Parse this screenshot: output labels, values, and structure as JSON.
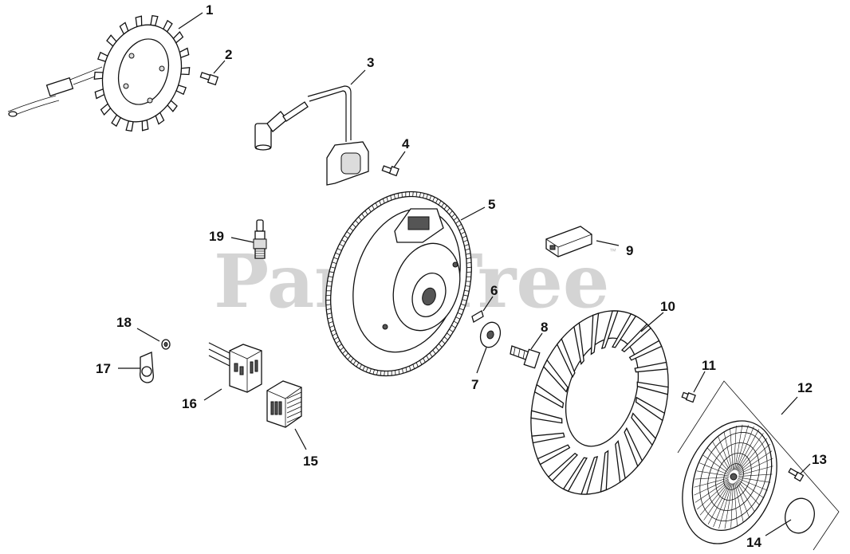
{
  "watermark": {
    "text": "PartsTree",
    "trademark": "™"
  },
  "callouts": [
    {
      "id": "1"
    },
    {
      "id": "2"
    },
    {
      "id": "3"
    },
    {
      "id": "4"
    },
    {
      "id": "5"
    },
    {
      "id": "6"
    },
    {
      "id": "7"
    },
    {
      "id": "8"
    },
    {
      "id": "9"
    },
    {
      "id": "10"
    },
    {
      "id": "11"
    },
    {
      "id": "12"
    },
    {
      "id": "13"
    },
    {
      "id": "14"
    },
    {
      "id": "15"
    },
    {
      "id": "16"
    },
    {
      "id": "17"
    },
    {
      "id": "18"
    },
    {
      "id": "19"
    }
  ]
}
